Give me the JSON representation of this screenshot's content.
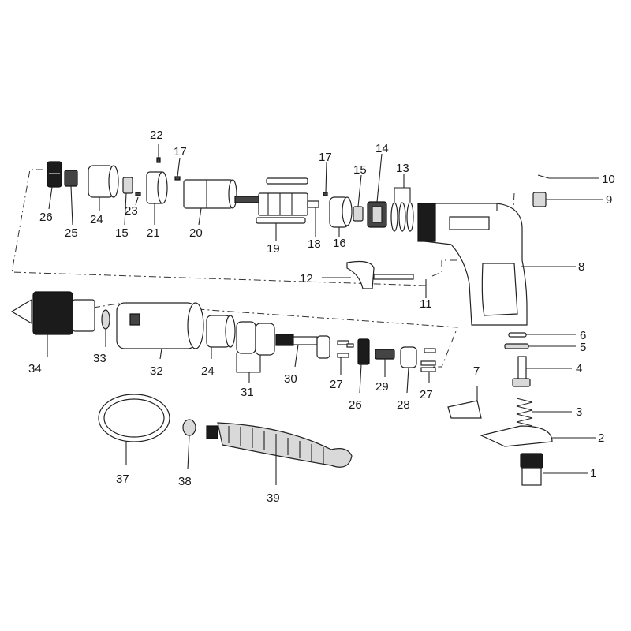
{
  "labels": {
    "n1": "1",
    "n2": "2",
    "n3": "3",
    "n4": "4",
    "n5": "5",
    "n6": "6",
    "n7": "7",
    "n8": "8",
    "n9": "9",
    "n10": "10",
    "n11": "11",
    "n12": "12",
    "n13": "13",
    "n14": "14",
    "n15a": "15",
    "n15b": "15",
    "n16": "16",
    "n17a": "17",
    "n17b": "17",
    "n18": "18",
    "n19": "19",
    "n20": "20",
    "n21": "21",
    "n22": "22",
    "n23": "23",
    "n24a": "24",
    "n24b": "24",
    "n25": "25",
    "n26a": "26",
    "n26b": "26",
    "n27a": "27",
    "n27b": "27",
    "n28": "28",
    "n29": "29",
    "n30": "30",
    "n31": "31",
    "n32": "32",
    "n33": "33",
    "n34": "34",
    "n37": "37",
    "n38": "38",
    "n39": "39"
  }
}
